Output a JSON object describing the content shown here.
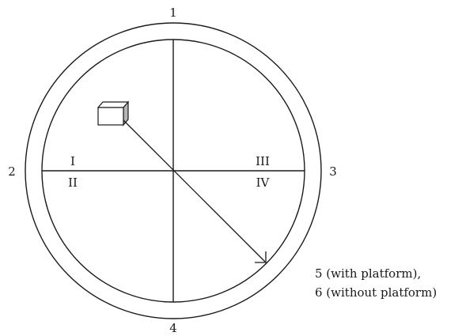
{
  "diagram": {
    "position_labels": {
      "top": "1",
      "left": "2",
      "right": "3",
      "bottom": "4"
    },
    "quadrant_labels": {
      "upper_left": "I",
      "lower_left": "II",
      "upper_right": "III",
      "lower_right": "IV"
    },
    "note_lines": [
      "5 (with platform),",
      "6 (without platform)"
    ],
    "colors": {
      "line": "#1a1a1a",
      "cube_top": "#ffffff",
      "cube_side": "#b5b5b5"
    }
  }
}
